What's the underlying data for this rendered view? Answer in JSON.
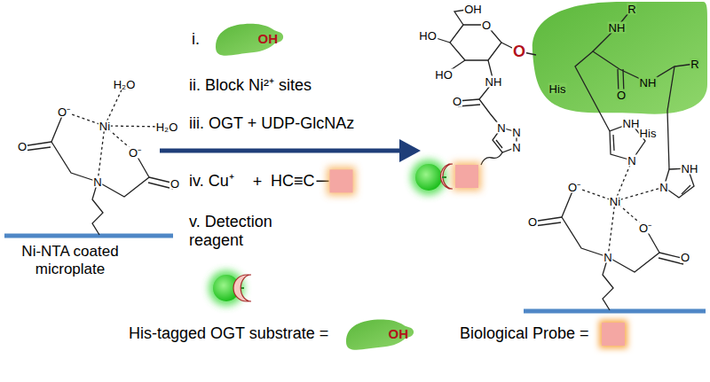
{
  "diagram": {
    "nodes": [
      {
        "text": [
          "OH"
        ]
      },
      {
        "text": [
          "OH"
        ]
      }
    ],
    "labels": [
      "i.",
      "ii. Block Ni²⁺ sites",
      "iii. OGT + UDP-GlcNAz",
      "iv. Cu⁺",
      "+",
      "HC≡C",
      "v. Detection reagent",
      "Ni-NTA coated microplate",
      "H₂O",
      "H₂O",
      "Ni",
      "O⁻",
      "O",
      "O⁻",
      "O",
      "N",
      "Ni",
      "O⁻",
      "O",
      "O⁻",
      "O",
      "N",
      "N",
      "NH",
      "His",
      "N",
      "NH",
      "His",
      "R",
      "NH",
      "O",
      "NH",
      "R",
      "O",
      "OH",
      "HO",
      "HO",
      "O",
      "NH",
      "O",
      "N",
      "N",
      "N"
    ],
    "legend": [
      {
        "text": "His-tagged OGT substrate ="
      },
      {
        "text": "Biological Probe =",
        "color": "#f4a7a3"
      }
    ]
  }
}
